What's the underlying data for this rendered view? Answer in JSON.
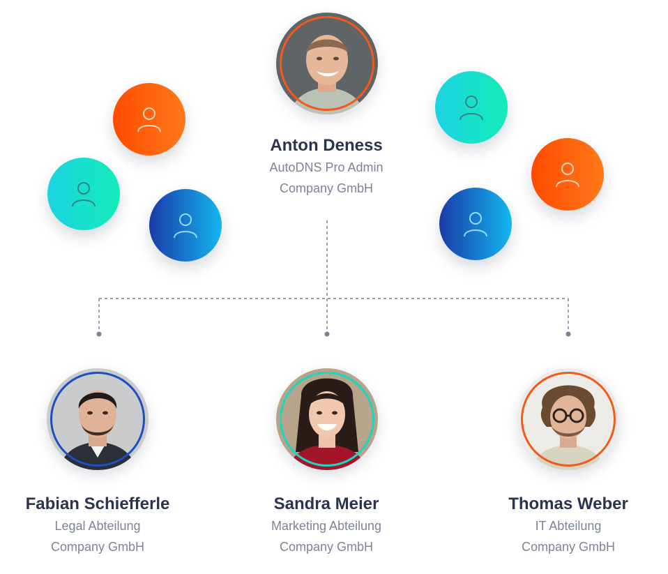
{
  "top": {
    "name": "Anton Deness",
    "role": "AutoDNS Pro Admin",
    "company": "Company GmbH",
    "ring_color": "#f05a1a"
  },
  "members": [
    {
      "name": "Fabian Schiefferle",
      "dept": "Legal Abteilung",
      "company": "Company GmbH",
      "ring_color": "#1e4fc0"
    },
    {
      "name": "Sandra Meier",
      "dept": "Marketing Abteilung",
      "company": "Company GmbH",
      "ring_color": "#1ad8c0"
    },
    {
      "name": "Thomas Weber",
      "dept": "IT Abteilung",
      "company": "Company GmbH",
      "ring_color": "#f05a1a"
    }
  ],
  "bubble_gradients": {
    "orange": [
      "#ff4a00",
      "#ff7a1a"
    ],
    "teal": [
      "#1cd3e2",
      "#12ecb8"
    ],
    "blue": [
      "#1a3aa8",
      "#14b6f0"
    ]
  },
  "connector_color": "#7a8299",
  "icon": "user-icon"
}
